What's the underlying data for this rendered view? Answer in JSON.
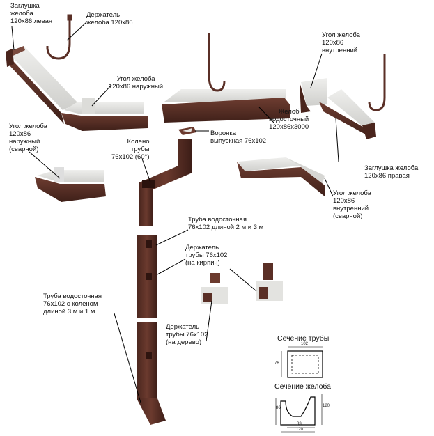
{
  "labels": {
    "cap_left": "Заглушка\nжелоба\n120х86 левая",
    "holder_gutter": "Держатель\nжелоба 120х86",
    "corner_outer": "Угол желоба\n120х86 наружный",
    "corner_inner": "Угол желоба\n120х86\nвнутренний",
    "corner_outer_welded": "Угол желоба\n120х86\nнаружный\n(сварной)",
    "funnel": "Воронка\nвыпускная 76х102",
    "gutter": "Желоб\nводосточный\n120х86х3000",
    "elbow": "Колено\nтрубы\n76х102 (60°)",
    "cap_right": "Заглушка желоба\n120х86 правая",
    "corner_inner_welded": "Угол желоба\n120х86\nвнутренний\n(сварной)",
    "pipe": "Труба водосточная\n76х102 длиной 2 м и 3 м",
    "holder_brick": "Держатель\nтрубы 76х102\n(на кирпич)",
    "pipe_elbow": "Труба водосточная\n76х102 с коленом\nдлиной 3 м и 1 м",
    "holder_wood": "Держатель\nтрубы 76х102\n(на дерево)"
  },
  "sections": {
    "pipe_title": "Сечение трубы",
    "pipe_w": "102",
    "pipe_h": "76",
    "gutter_title": "Сечение желоба",
    "gutter_h": "86",
    "gutter_h2": "120",
    "gutter_w1": "83",
    "gutter_w2": "120"
  },
  "colors": {
    "brown": "#5a2f26",
    "brown_dark": "#3d1e18",
    "brown_light": "#7a4a3e",
    "inner": "#e4e4e2",
    "inner_shade": "#c9c9c6",
    "line": "#000000"
  }
}
